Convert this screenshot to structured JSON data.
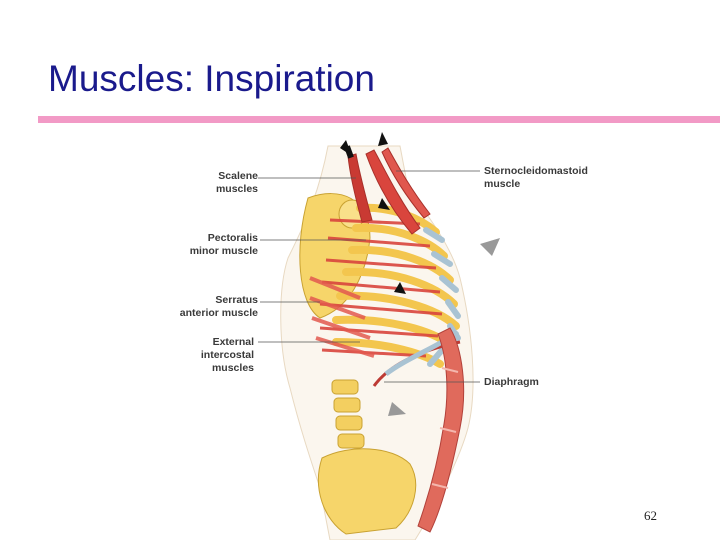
{
  "slide": {
    "title": "Muscles: Inspiration",
    "page_number": "62",
    "accent_color": "#f29ac6",
    "title_color": "#1a1a8c"
  },
  "figure": {
    "labels_left": [
      {
        "line1": "Scalene",
        "line2": "muscles"
      },
      {
        "line1": "Pectoralis",
        "line2": "minor muscle"
      },
      {
        "line1": "Serratus",
        "line2": "anterior muscle"
      },
      {
        "line1": "External",
        "line2": "intercostal",
        "line3": "muscles"
      }
    ],
    "labels_right": [
      {
        "line1": "Sternocleidomastoid",
        "line2": "muscle"
      },
      {
        "line1": "Diaphragm"
      }
    ]
  }
}
